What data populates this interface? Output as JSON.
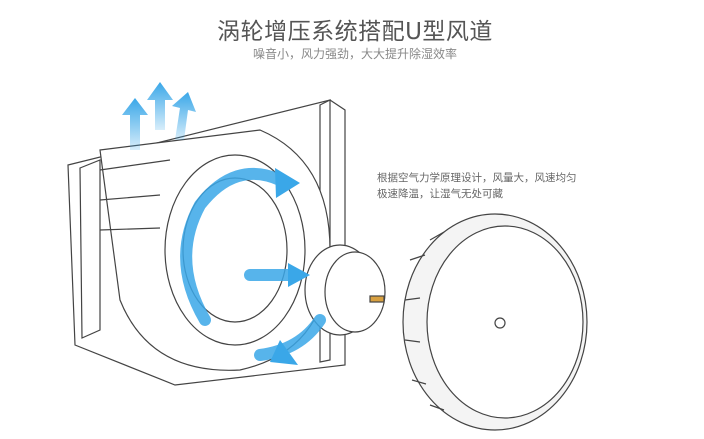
{
  "header": {
    "title": "涡轮增压系统搭配U型风道",
    "subtitle": "噪音小，风力强劲，大大提升除湿效率"
  },
  "description": {
    "line1": "根据空气力学原理设计，风量大，风速均匀",
    "line2": "极速降温，让湿气无处可藏"
  },
  "colors": {
    "arrow": "#3aa7e8",
    "line": "#444444",
    "title": "#555555"
  }
}
